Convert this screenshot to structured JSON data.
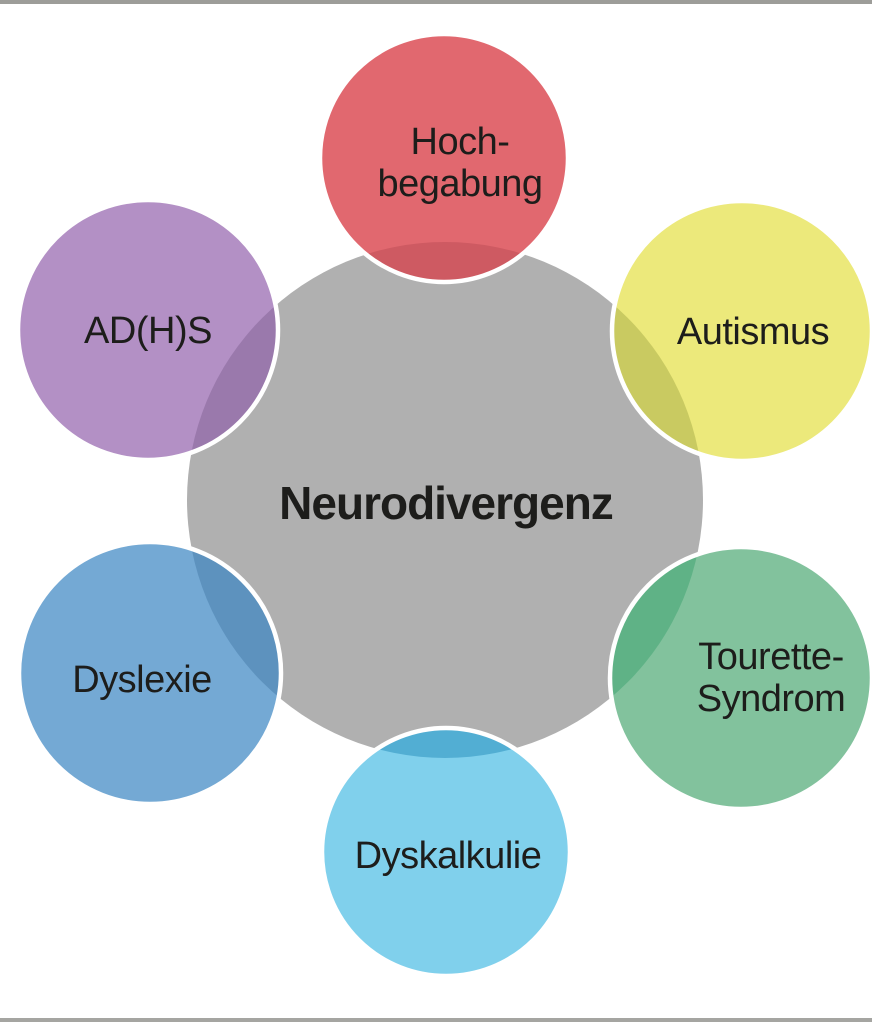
{
  "diagram": {
    "title": "Neurodivergenz",
    "background_color": "#ffffff",
    "text_color": "#1d1d1b",
    "outline_color": "#ffffff",
    "frame_rule_color": "#9d9d99",
    "center_node": {
      "label": "Neurodivergenz",
      "color": "#b0b0b0"
    },
    "nodes": [
      {
        "id": "hochbegabung",
        "position": "top",
        "label_lines": [
          "Hoch-",
          "begabung"
        ],
        "color": "#e1686f",
        "overlap_color": "#ce5a62"
      },
      {
        "id": "autismus",
        "position": "upper-right",
        "label_lines": [
          "Autismus"
        ],
        "color": "#ece97b",
        "overlap_color": "#c9ca61"
      },
      {
        "id": "tourette",
        "position": "lower-right",
        "label_lines": [
          "Tourette-",
          "Syndrom"
        ],
        "color": "#82c29d",
        "overlap_color": "#5fb286"
      },
      {
        "id": "dyskalkulie",
        "position": "bottom",
        "label_lines": [
          "Dyskalkulie"
        ],
        "color": "#80d0ec",
        "overlap_color": "#52aed3"
      },
      {
        "id": "dyslexie",
        "position": "lower-left",
        "label_lines": [
          "Dyslexie"
        ],
        "color": "#74a9d4",
        "overlap_color": "#5d92be"
      },
      {
        "id": "adhs",
        "position": "upper-left",
        "label_lines": [
          "AD(H)S"
        ],
        "color": "#b390c5",
        "overlap_color": "#9a79ac"
      }
    ]
  }
}
